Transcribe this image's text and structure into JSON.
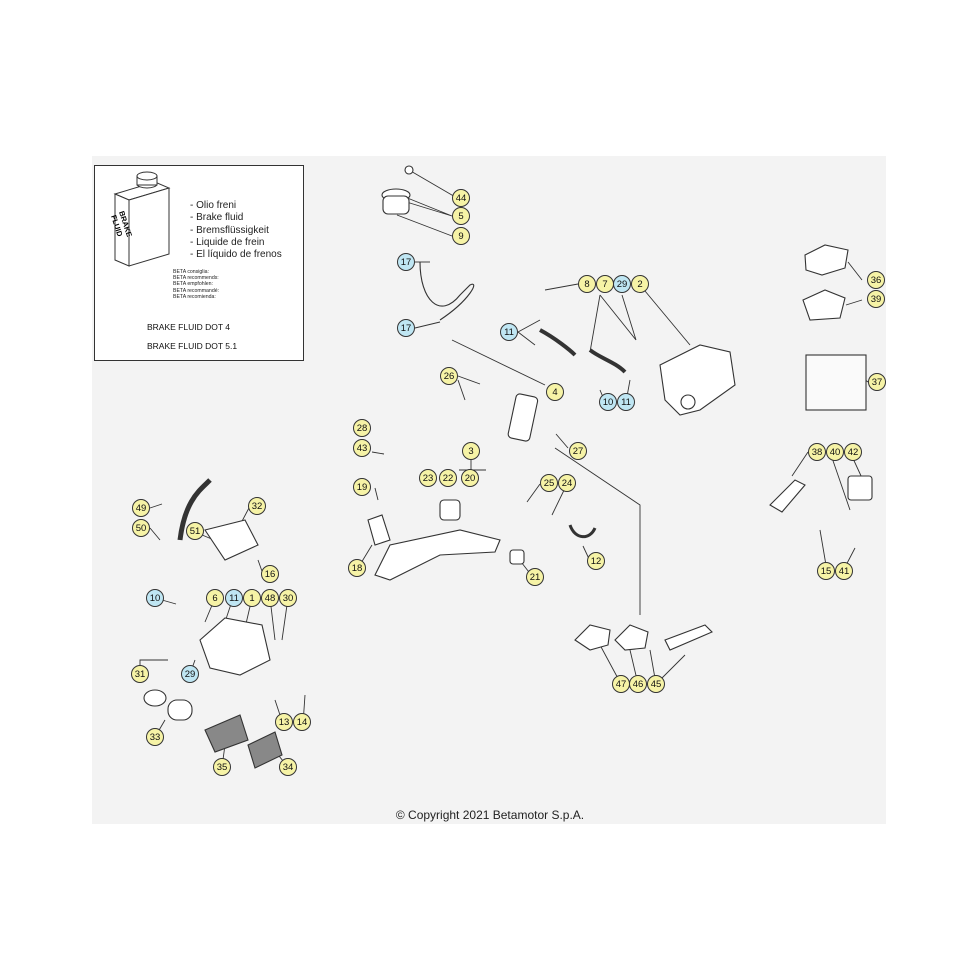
{
  "fluid_box": {
    "bottle_label_line1": "BRAKE",
    "bottle_label_line2": "FLUID",
    "languages": [
      "- Olio freni",
      "- Brake fluid",
      "- Bremsflüssigkeit",
      "- Liquide de frein",
      "- El líquido de frenos"
    ],
    "beta_lines": [
      "BETA consiglia:",
      "BETA recommends:",
      "BETA empfohlen:",
      "BETA recommandé:",
      "BETA recomienda:"
    ],
    "dot4": "BRAKE FLUID DOT 4",
    "dot5": "BRAKE FLUID DOT 5.1"
  },
  "copyright": "© Copyright 2021 Betamotor S.p.A.",
  "colors": {
    "callout_yellow": "#f6f3a6",
    "callout_blue": "#bfe6f3",
    "sheet_bg": "#f3f3f3"
  },
  "callouts": [
    {
      "label": "44",
      "color": "yellow"
    },
    {
      "label": "5",
      "color": "yellow"
    },
    {
      "label": "9",
      "color": "yellow"
    },
    {
      "label": "17",
      "color": "blue"
    },
    {
      "label": "17",
      "color": "blue"
    },
    {
      "label": "8",
      "color": "yellow"
    },
    {
      "label": "7",
      "color": "yellow"
    },
    {
      "label": "29",
      "color": "blue"
    },
    {
      "label": "2",
      "color": "yellow"
    },
    {
      "label": "11",
      "color": "blue"
    },
    {
      "label": "26",
      "color": "yellow"
    },
    {
      "label": "4",
      "color": "yellow"
    },
    {
      "label": "10",
      "color": "blue"
    },
    {
      "label": "11",
      "color": "blue"
    },
    {
      "label": "27",
      "color": "yellow"
    },
    {
      "label": "28",
      "color": "yellow"
    },
    {
      "label": "43",
      "color": "yellow"
    },
    {
      "label": "3",
      "color": "yellow"
    },
    {
      "label": "23",
      "color": "yellow"
    },
    {
      "label": "22",
      "color": "yellow"
    },
    {
      "label": "20",
      "color": "yellow"
    },
    {
      "label": "25",
      "color": "yellow"
    },
    {
      "label": "24",
      "color": "yellow"
    },
    {
      "label": "19",
      "color": "yellow"
    },
    {
      "label": "12",
      "color": "yellow"
    },
    {
      "label": "18",
      "color": "yellow"
    },
    {
      "label": "21",
      "color": "yellow"
    },
    {
      "label": "36",
      "color": "yellow"
    },
    {
      "label": "39",
      "color": "yellow"
    },
    {
      "label": "37",
      "color": "yellow"
    },
    {
      "label": "38",
      "color": "yellow"
    },
    {
      "label": "40",
      "color": "yellow"
    },
    {
      "label": "42",
      "color": "yellow"
    },
    {
      "label": "15",
      "color": "yellow"
    },
    {
      "label": "41",
      "color": "yellow"
    },
    {
      "label": "49",
      "color": "yellow"
    },
    {
      "label": "50",
      "color": "yellow"
    },
    {
      "label": "32",
      "color": "yellow"
    },
    {
      "label": "51",
      "color": "yellow"
    },
    {
      "label": "16",
      "color": "yellow"
    },
    {
      "label": "10",
      "color": "blue"
    },
    {
      "label": "6",
      "color": "yellow"
    },
    {
      "label": "11",
      "color": "blue"
    },
    {
      "label": "1",
      "color": "yellow"
    },
    {
      "label": "48",
      "color": "yellow"
    },
    {
      "label": "30",
      "color": "yellow"
    },
    {
      "label": "31",
      "color": "yellow"
    },
    {
      "label": "29",
      "color": "blue"
    },
    {
      "label": "33",
      "color": "yellow"
    },
    {
      "label": "13",
      "color": "yellow"
    },
    {
      "label": "14",
      "color": "yellow"
    },
    {
      "label": "35",
      "color": "yellow"
    },
    {
      "label": "34",
      "color": "yellow"
    },
    {
      "label": "47",
      "color": "yellow"
    },
    {
      "label": "46",
      "color": "yellow"
    },
    {
      "label": "45",
      "color": "yellow"
    }
  ]
}
